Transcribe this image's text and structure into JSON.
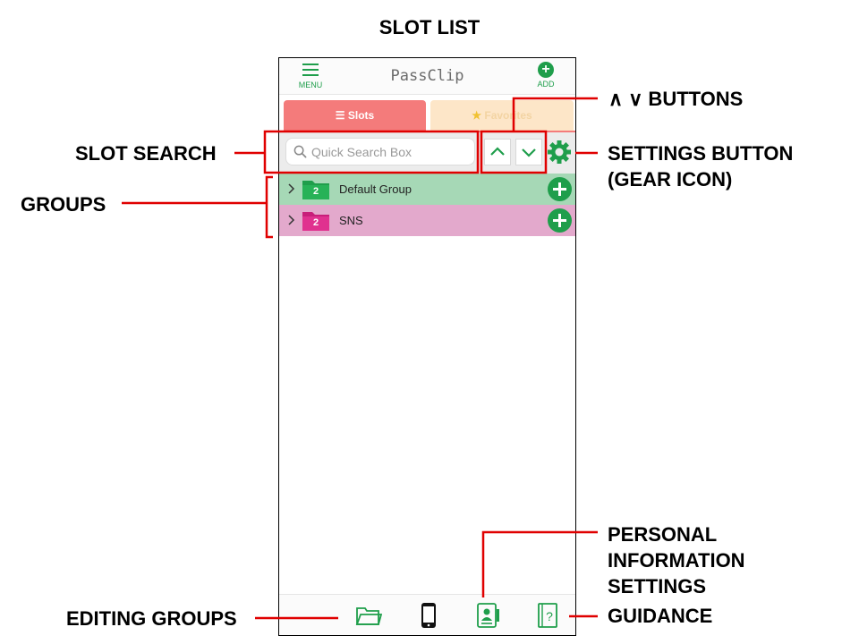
{
  "title": "SLOT LIST",
  "app": {
    "menu_label": "MENU",
    "brand": "PassClip",
    "add_label": "ADD",
    "tabs": [
      {
        "label": "Slots",
        "icon": "list-icon"
      },
      {
        "label": "Favorites",
        "icon": "star-icon"
      }
    ],
    "search": {
      "placeholder": "Quick Search Box"
    },
    "groups": [
      {
        "name": "Default Group",
        "count": "2",
        "color": "#a6d8b6",
        "folder_color": "#1f9e4b"
      },
      {
        "name": "SNS",
        "count": "2",
        "color": "#e3a9cc",
        "folder_color": "#e0318f"
      }
    ],
    "bottom_icons": [
      "folder-icon",
      "phone-icon",
      "contact-card-icon",
      "help-book-icon"
    ]
  },
  "annotations": {
    "slot_search": "SLOT SEARCH",
    "groups": "GROUPS",
    "updown_buttons": "∧ ∨ BUTTONS",
    "settings_button_line1": "SETTINGS BUTTON",
    "settings_button_line2": "(GEAR ICON)",
    "personal_info_line1": "PERSONAL",
    "personal_info_line2": "INFORMATION",
    "personal_info_line3": "SETTINGS",
    "editing_groups": "EDITING GROUPS",
    "guidance": "GUIDANCE"
  },
  "colors": {
    "accent": "#1f9e4b",
    "callout": "#e00000",
    "tab_active": "#f47b7b",
    "tab_inactive": "#fde6c8"
  }
}
